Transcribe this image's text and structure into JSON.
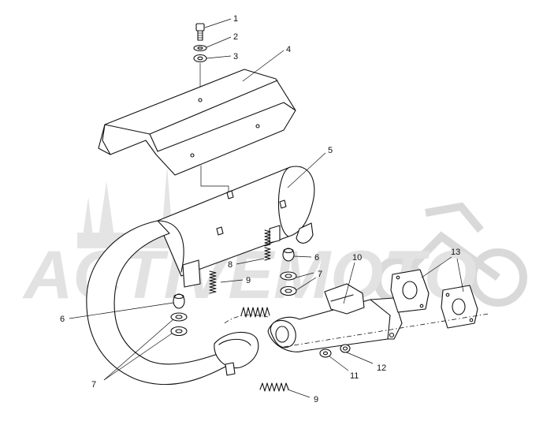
{
  "watermark": {
    "text": "ACTIVEMOTO",
    "color": "#e0e0e0"
  },
  "callouts": [
    {
      "id": "c1",
      "label": "1"
    },
    {
      "id": "c2",
      "label": "2"
    },
    {
      "id": "c3",
      "label": "3"
    },
    {
      "id": "c4",
      "label": "4"
    },
    {
      "id": "c5",
      "label": "5"
    },
    {
      "id": "c6a",
      "label": "6"
    },
    {
      "id": "c6b",
      "label": "6"
    },
    {
      "id": "c7a",
      "label": "7"
    },
    {
      "id": "c7b",
      "label": "7"
    },
    {
      "id": "c8",
      "label": "8"
    },
    {
      "id": "c9a",
      "label": "9"
    },
    {
      "id": "c9b",
      "label": "9"
    },
    {
      "id": "c10",
      "label": "10"
    },
    {
      "id": "c11",
      "label": "11"
    },
    {
      "id": "c12",
      "label": "12"
    },
    {
      "id": "c13",
      "label": "13"
    }
  ],
  "colors": {
    "line": "#111111",
    "fill": "#ffffff"
  }
}
